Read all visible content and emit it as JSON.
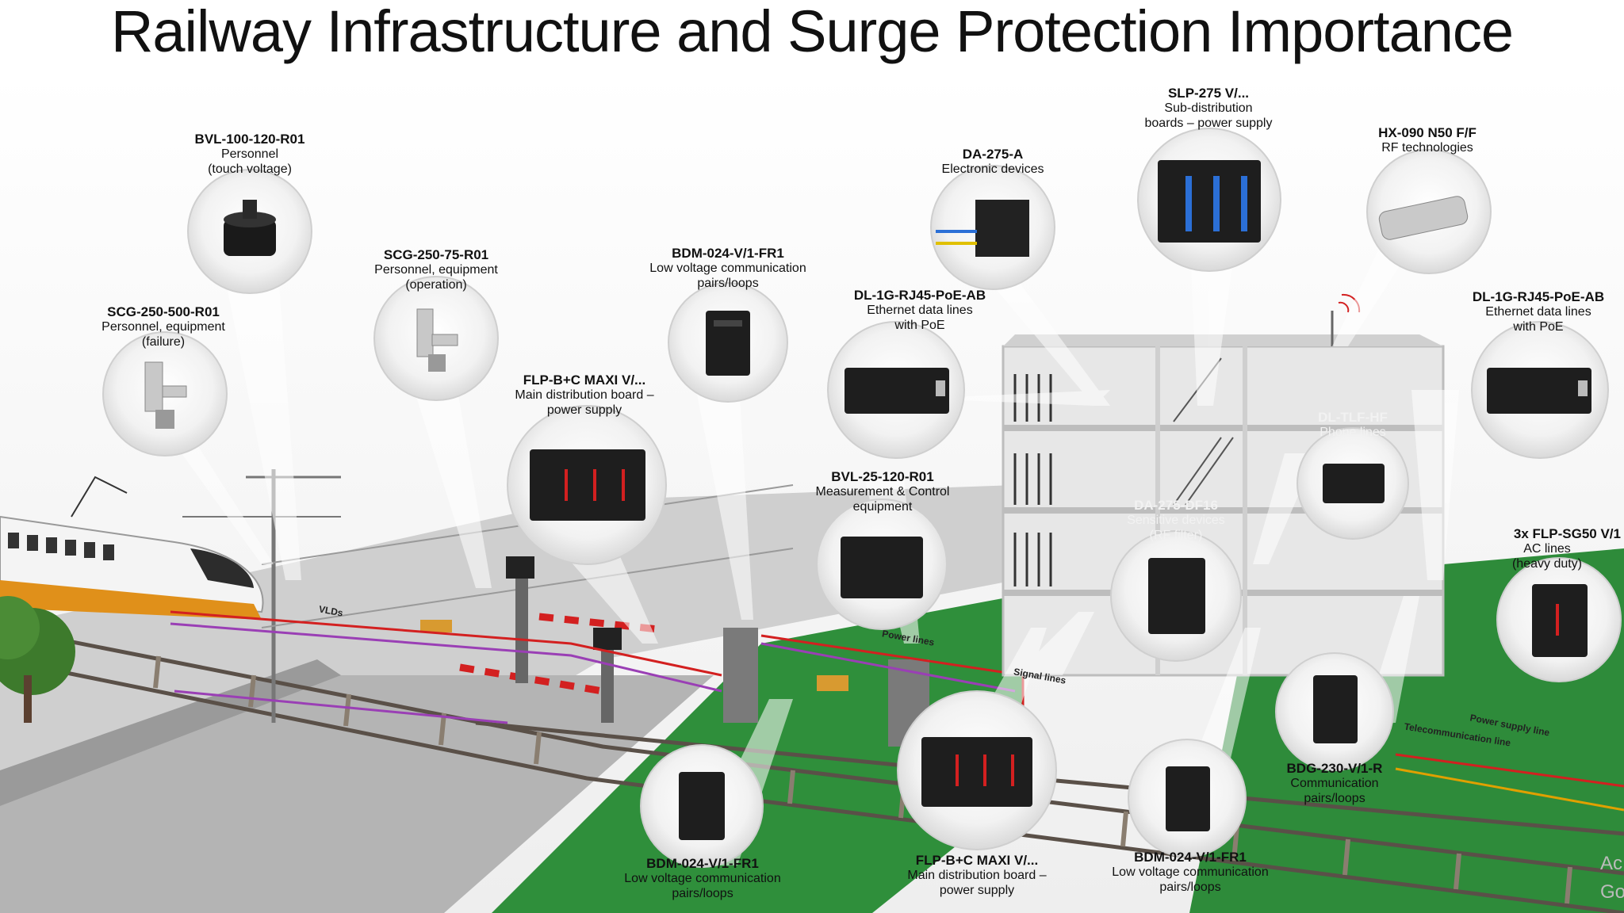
{
  "title": "Railway  Infrastructure and Surge Protection Importance",
  "devices": [
    {
      "name": "BVL-100-120-R01",
      "desc1": "Personnel",
      "desc2": "(touch voltage)",
      "desc3": ""
    },
    {
      "name": "SCG-250-75-R01",
      "desc1": "Personnel, equipment",
      "desc2": "(operation)",
      "desc3": ""
    },
    {
      "name": "SCG-250-500-R01",
      "desc1": "Personnel, equipment",
      "desc2": "(failure)",
      "desc3": ""
    },
    {
      "name": "BDM-024-V/1-FR1",
      "desc1": "Low voltage communication",
      "desc2": "pairs/loops",
      "desc3": ""
    },
    {
      "name": "FLP-B+C MAXI V/...",
      "desc1": "Main distribution board –",
      "desc2": "power supply",
      "desc3": ""
    },
    {
      "name": "DA-275-A",
      "desc1": "Electronic devices",
      "desc2": "",
      "desc3": ""
    },
    {
      "name": "SLP-275 V/...",
      "desc1": "Sub-distribution",
      "desc2": "boards – power supply",
      "desc3": ""
    },
    {
      "name": "HX-090 N50 F/F",
      "desc1": "RF technologies",
      "desc2": "",
      "desc3": ""
    },
    {
      "name": "DL-1G-RJ45-PoE-AB",
      "desc1": "Ethernet data lines",
      "desc2": "with PoE",
      "desc3": ""
    },
    {
      "name": "DL-1G-RJ45-PoE-AB",
      "desc1": "Ethernet data lines",
      "desc2": "with PoE",
      "desc3": ""
    },
    {
      "name": "BVL-25-120-R01",
      "desc1": "Measurement & Control",
      "desc2": "equipment",
      "desc3": ""
    },
    {
      "name": "DL-TLF-HF",
      "desc1": "Phone lines",
      "desc2": "",
      "desc3": ""
    },
    {
      "name": "DA-275-DF16",
      "desc1": "Sensitive devices",
      "desc2": "(RF filter)",
      "desc3": ""
    },
    {
      "name": "3x FLP-SG50 V/1",
      "desc1": "AC lines",
      "desc2": "(heavy duty)",
      "desc3": ""
    },
    {
      "name": "BDG-230-V/1-R",
      "desc1": "Communication",
      "desc2": "pairs/loops",
      "desc3": ""
    },
    {
      "name": "BDM-024-V/1-FR1",
      "desc1": "Low voltage communication",
      "desc2": "pairs/loops",
      "desc3": ""
    },
    {
      "name": "FLP-B+C MAXI V/...",
      "desc1": "Main distribution board –",
      "desc2": "power supply",
      "desc3": ""
    },
    {
      "name": "BDM-024-V/1-FR1",
      "desc1": "Low voltage communication",
      "desc2": "pairs/loops",
      "desc3": ""
    }
  ],
  "wires": {
    "vld": "VLDs",
    "power": "Power lines",
    "signal": "Signal lines",
    "power_supply": "Power supply line",
    "telecom": "Telecommunication line"
  },
  "corner": {
    "a": "Ac",
    "b": "Go"
  },
  "colors": {
    "grass": "#2e8b3a",
    "road": "#b9b9b9",
    "power_line": "#d32020",
    "signal_line": "#9a3fb5",
    "telecom_line": "#e0a000"
  }
}
